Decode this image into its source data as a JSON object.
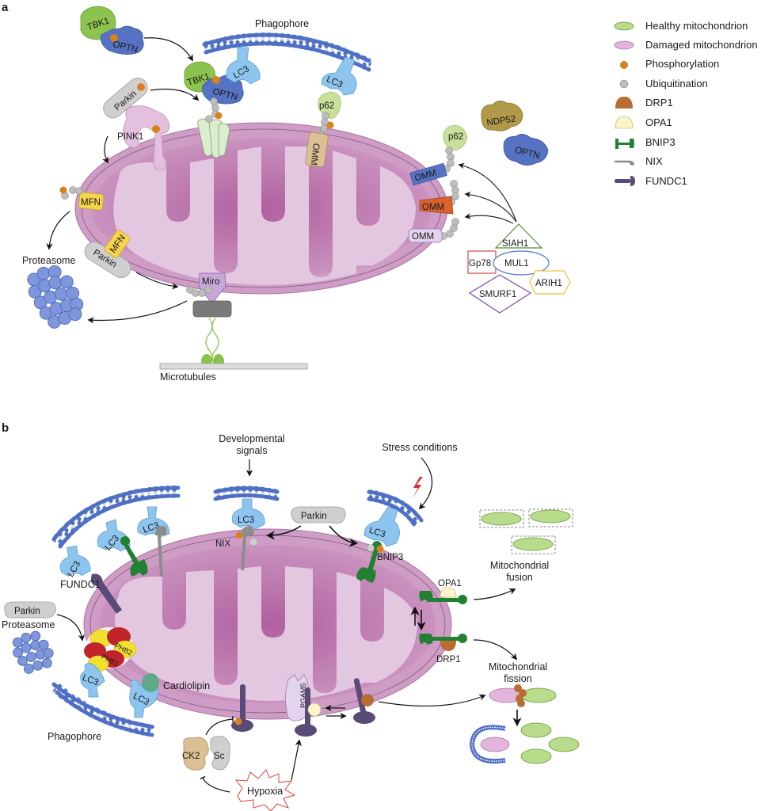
{
  "panels": {
    "a": {
      "label": "a",
      "phagophore": "Phagophore",
      "proteins": {
        "tbk1_free": "TBK1",
        "optn_free": "OPTN",
        "tbk1_bound": "TBK1",
        "optn_bound": "OPTN",
        "lc3_1": "LC3",
        "lc3_2": "LC3",
        "p62_1": "p62",
        "p62_2": "p62",
        "parkin_top": "Parkin",
        "pink1": "PINK1",
        "mfn_1": "MFN",
        "mfn_2": "MFN",
        "parkin_bottom": "Parkin",
        "miro": "Miro",
        "omm_top": "OMM",
        "omm_blue": "OMM",
        "omm_red": "OMM",
        "omm_lilac": "OMM",
        "ndp52": "NDP52",
        "optn_right": "OPTN"
      },
      "e3_ligases": {
        "siah1": "SIAH1",
        "gp78": "Gp78",
        "mul1": "MUL1",
        "arih1": "ARIH1",
        "smurf1": "SMURF1"
      },
      "proteasome": "Proteasome",
      "microtubules": "Microtubules"
    },
    "b": {
      "label": "b",
      "developmental_signals": "Developmental signals",
      "developmental_signals_line1": "Developmental",
      "developmental_signals_line2": "signals",
      "stress_conditions": "Stress conditions",
      "lc3": "LC3",
      "nix": "NIX",
      "bnip3": "BNIP3",
      "fundc1": "FUNDC1",
      "parkin_top": "Parkin",
      "parkin_left": "Parkin",
      "proteasome": "Proteasome",
      "phb1": "PHB1",
      "phb2": "PHB2",
      "cardiolipin": "Cardiolipin",
      "phagophore": "Phagophore",
      "ck2": "CK2",
      "sc": "Sc",
      "hypoxia": "Hypoxia",
      "pgam5": "PGAM5",
      "opa1": "OPA1",
      "drp1": "DRP1",
      "fusion_line1": "Mitochondrial",
      "fusion_line2": "fusion",
      "fission_line1": "Mitochondrial",
      "fission_line2": "fission"
    }
  },
  "legend": [
    {
      "key": "healthy",
      "label": "Healthy mitochondrion",
      "color": "#b9dc8c"
    },
    {
      "key": "damaged",
      "label": "Damaged mitochondrion",
      "color": "#e3b5dc"
    },
    {
      "key": "phospho",
      "label": "Phosphorylation",
      "color": "#d9821d"
    },
    {
      "key": "ubiq",
      "label": "Ubiquitination",
      "color": "#bdbdbd"
    },
    {
      "key": "drp1",
      "label": "DRP1",
      "color": "#b86e33"
    },
    {
      "key": "opa1",
      "label": "OPA1",
      "color": "#fbf4c8"
    },
    {
      "key": "bnip3",
      "label": "BNIP3",
      "color": "#228033"
    },
    {
      "key": "nix",
      "label": "NIX",
      "color": "#8c8c8c"
    },
    {
      "key": "fundc1",
      "label": "FUNDC1",
      "color": "#5a4a78"
    }
  ],
  "colors": {
    "mito_outer": "#cf9cc6",
    "mito_inner": "#e3c6e0",
    "mito_cristae": "#b56fa8",
    "lc3": "#8ec5ee",
    "membrane": "#4f6fc4",
    "tbk1": "#8cc34f",
    "optn": "#5672c2",
    "p62": "#c8e09a",
    "parkin": "#cfcfcf",
    "mfn": "#f4d34d",
    "ndp52": "#b09a4a"
  }
}
